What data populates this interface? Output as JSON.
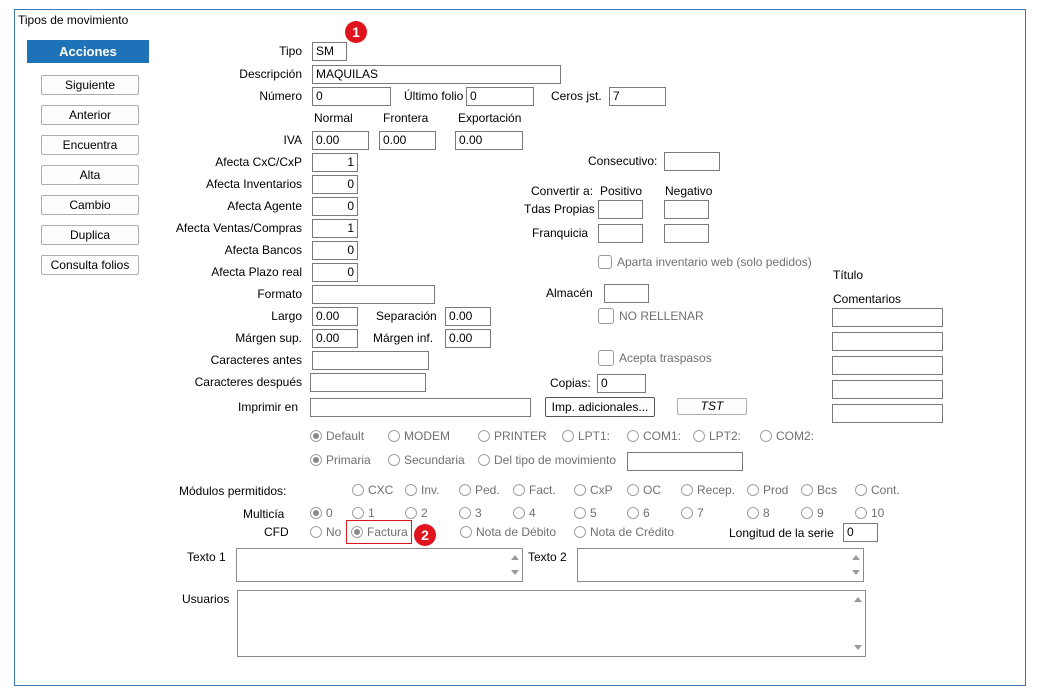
{
  "window": {
    "title": "Tipos de movimiento"
  },
  "sidebar": {
    "header": "Acciones",
    "buttons": [
      "Siguiente",
      "Anterior",
      "Encuentra",
      "Alta",
      "Cambio",
      "Duplica",
      "Consulta folios"
    ]
  },
  "form": {
    "tipo": {
      "label": "Tipo",
      "value": "SM"
    },
    "descripcion": {
      "label": "Descripción",
      "value": "MAQUILAS"
    },
    "numero": {
      "label": "Número",
      "value": "0"
    },
    "ultimo_folio": {
      "label": "Último folio",
      "value": "0"
    },
    "ceros": {
      "label": "Ceros jst.",
      "value": "7"
    },
    "iva_headers": {
      "normal": "Normal",
      "frontera": "Frontera",
      "exportacion": "Exportación"
    },
    "iva": {
      "label": "IVA",
      "normal": "0.00",
      "frontera": "0.00",
      "exportacion": "0.00"
    },
    "afecta_cxc": {
      "label": "Afecta  CxC/CxP",
      "value": "1"
    },
    "afecta_inventarios": {
      "label": "Afecta  Inventarios",
      "value": "0"
    },
    "afecta_agente": {
      "label": "Afecta  Agente",
      "value": "0"
    },
    "afecta_ventas": {
      "label": "Afecta  Ventas/Compras",
      "value": "1"
    },
    "afecta_bancos": {
      "label": "Afecta  Bancos",
      "value": "0"
    },
    "afecta_plazo": {
      "label": "Afecta  Plazo real",
      "value": "0"
    },
    "formato": {
      "label": "Formato",
      "value": ""
    },
    "largo": {
      "label": "Largo",
      "value": "0.00"
    },
    "separacion": {
      "label": "Separación",
      "value": "0.00"
    },
    "margen_sup": {
      "label": "Márgen sup.",
      "value": "0.00"
    },
    "margen_inf": {
      "label": "Márgen inf.",
      "value": "0.00"
    },
    "caracteres_antes": {
      "label": "Caracteres antes",
      "value": ""
    },
    "caracteres_despues": {
      "label": "Caracteres después",
      "value": ""
    },
    "imprimir_en": {
      "label": "Imprimir en",
      "value": ""
    },
    "imp_adicionales": "Imp. adicionales...",
    "tst": "TST",
    "consecutivo": {
      "label": "Consecutivo:",
      "value": ""
    },
    "convertir_a": "Convertir a:",
    "positivo": "Positivo",
    "negativo": "Negativo",
    "tdas_propias": "Tdas Propias",
    "franquicia": "Franquicia",
    "aparta_inventario": "Aparta inventario web (solo pedidos)",
    "almacen": {
      "label": "Almacén",
      "value": ""
    },
    "no_rellenar": "NO RELLENAR",
    "acepta_traspasos": "Acepta traspasos",
    "copias": {
      "label": "Copias:",
      "value": "0"
    },
    "titulo": "Título",
    "comentarios": "Comentarios"
  },
  "printer_options": [
    "Default",
    "MODEM",
    "PRINTER",
    "LPT1:",
    "COM1:",
    "LPT2:",
    "COM2:"
  ],
  "printer_selected": "Default",
  "source_options": [
    "Primaria",
    "Secundaria",
    "Del tipo de movimiento"
  ],
  "source_selected": "Primaria",
  "modulos": {
    "label": "Módulos permitidos:",
    "options": [
      "CXC",
      "Inv.",
      "Ped.",
      "Fact.",
      "CxP",
      "OC",
      "Recep.",
      "Prod",
      "Bcs",
      "Cont."
    ]
  },
  "multicia": {
    "label": "Multicía",
    "options": [
      "0",
      "1",
      "2",
      "3",
      "4",
      "5",
      "6",
      "7",
      "8",
      "9",
      "10"
    ],
    "selected": "0"
  },
  "cfd": {
    "label": "CFD",
    "options": [
      "No",
      "Factura",
      "Nota de Débito",
      "Nota de Crédito"
    ],
    "selected": "Factura"
  },
  "longitud_serie": {
    "label": "Longitud de la serie",
    "value": "0"
  },
  "texto1": {
    "label": "Texto 1"
  },
  "texto2": {
    "label": "Texto 2"
  },
  "usuarios": {
    "label": "Usuarios"
  },
  "badges": [
    "1",
    "2"
  ],
  "colors": {
    "accent": "#1e73b8",
    "badge": "#e0141e",
    "frame": "#3a7ab6"
  }
}
